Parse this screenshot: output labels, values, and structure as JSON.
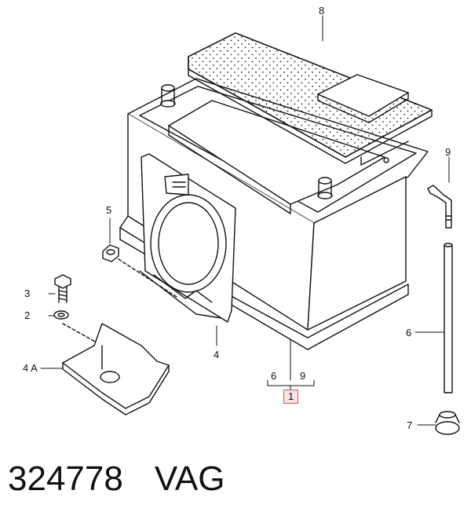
{
  "diagram": {
    "callouts": {
      "c1": "1",
      "c2": "2",
      "c3": "3",
      "c4": "4",
      "c4a": "4 A",
      "c5": "5",
      "c6": "6",
      "c6_group": "6",
      "c7": "7",
      "c8": "8",
      "c9": "9",
      "c9_group": "9"
    },
    "highlight_color": "#e05555"
  },
  "footer": {
    "part_number": "324778",
    "brand": "VAG"
  }
}
